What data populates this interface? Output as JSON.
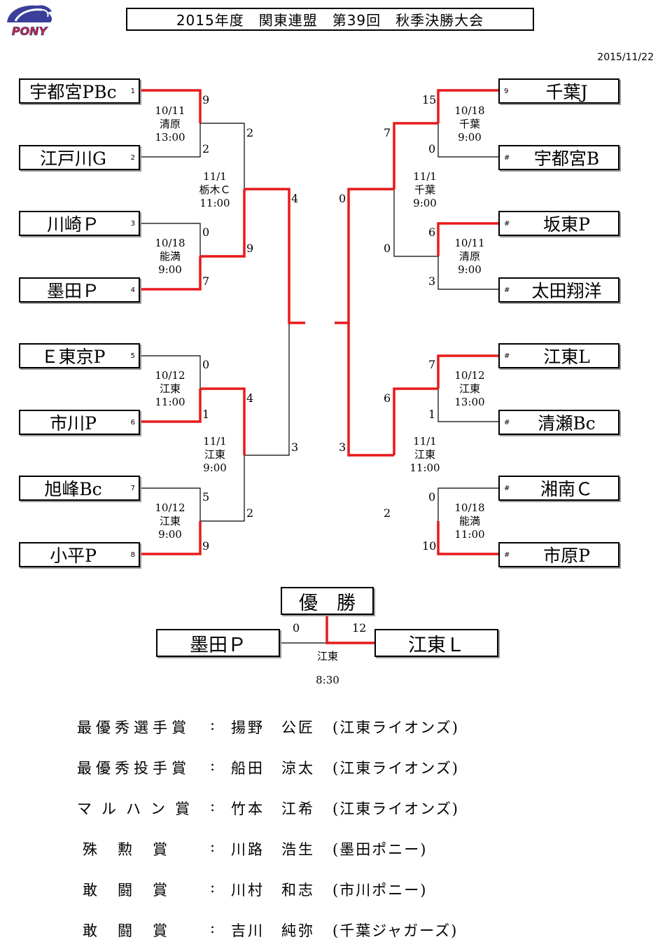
{
  "header": {
    "logo_text": "PONY",
    "title": "2015年度　関東連盟　第39回　秋季決勝大会",
    "date": "2015/11/22"
  },
  "left_teams": [
    {
      "name": "宇都宮PBc",
      "seed": "1"
    },
    {
      "name": "江戸川G",
      "seed": "2"
    },
    {
      "name": "川崎Ｐ",
      "seed": "3"
    },
    {
      "name": "墨田Ｐ",
      "seed": "4"
    },
    {
      "name": "Ｅ東京P",
      "seed": "5"
    },
    {
      "name": "市川P",
      "seed": "6"
    },
    {
      "name": "旭峰Bc",
      "seed": "7"
    },
    {
      "name": "小平P",
      "seed": "8"
    }
  ],
  "right_teams": [
    {
      "name": "千葉J",
      "seed": "9"
    },
    {
      "name": "宇都宮B",
      "seed": "#"
    },
    {
      "name": "坂東P",
      "seed": "#"
    },
    {
      "name": "太田翔洋",
      "seed": "#"
    },
    {
      "name": "江東L",
      "seed": "#"
    },
    {
      "name": "清瀬Bc",
      "seed": "#"
    },
    {
      "name": "湘南Ｃ",
      "seed": "#"
    },
    {
      "name": "市原P",
      "seed": "#"
    }
  ],
  "scores": {
    "l1a": "9",
    "l1b": "2",
    "l2a": "0",
    "l2b": "7",
    "l3a": "0",
    "l3b": "1",
    "l4a": "5",
    "l4b": "9",
    "ls1a": "2",
    "ls1b": "9",
    "ls2a": "4",
    "ls2b": "2",
    "lf_a": "4",
    "lf_b": "3",
    "r1a": "15",
    "r1b": "0",
    "r2a": "6",
    "r2b": "3",
    "r3a": "7",
    "r3b": "1",
    "r4a": "0",
    "r4b": "10",
    "rs1a": "7",
    "rs1b": "0",
    "rs2a": "6",
    "rs2b": "2",
    "rf_a": "0",
    "rf_b": "3"
  },
  "game_info": {
    "l1": [
      "10/11",
      "清原",
      "13:00"
    ],
    "l2": [
      "10/18",
      "能満",
      "9:00"
    ],
    "l3": [
      "10/12",
      "江東",
      "11:00"
    ],
    "l4": [
      "10/12",
      "江東",
      "9:00"
    ],
    "ls1": [
      "11/1",
      "栃木Ｃ",
      "11:00"
    ],
    "ls2": [
      "11/1",
      "江東",
      "9:00"
    ],
    "r1": [
      "10/18",
      "千葉",
      "9:00"
    ],
    "r2": [
      "10/11",
      "清原",
      "9:00"
    ],
    "r3": [
      "10/12",
      "江東",
      "13:00"
    ],
    "r4": [
      "10/18",
      "能満",
      "11:00"
    ],
    "rs1": [
      "11/1",
      "千葉",
      "9:00"
    ],
    "rs2": [
      "11/1",
      "江東",
      "11:00"
    ]
  },
  "final": {
    "label": "優　勝",
    "left_team": "墨田Ｐ",
    "right_team": "江東Ｌ",
    "left_score": "0",
    "right_score": "12",
    "venue": "江東",
    "time": "8:30"
  },
  "awards": [
    {
      "title": "最優秀選手賞",
      "colon": ":",
      "name": "揚野　公匠",
      "team": "(江東ライオンズ)"
    },
    {
      "title": "最優秀投手賞",
      "colon": ":",
      "name": "船田　涼太",
      "team": "(江東ライオンズ)"
    },
    {
      "title": "マルハン賞",
      "colon": ":",
      "name": "竹本　江希",
      "team": "(江東ライオンズ)"
    },
    {
      "title": "殊　勲　賞",
      "colon": ":",
      "name": "川路　浩生",
      "team": "(墨田ポニー)"
    },
    {
      "title": "敢　闘　賞",
      "colon": ":",
      "name": "川村　和志",
      "team": "(市川ポニー)"
    },
    {
      "title": "敢　闘　賞",
      "colon": ":",
      "name": "吉川　純弥",
      "team": "(千葉ジャガーズ)"
    }
  ],
  "colors": {
    "winner_line": "#e8191b",
    "line": "#000000"
  }
}
